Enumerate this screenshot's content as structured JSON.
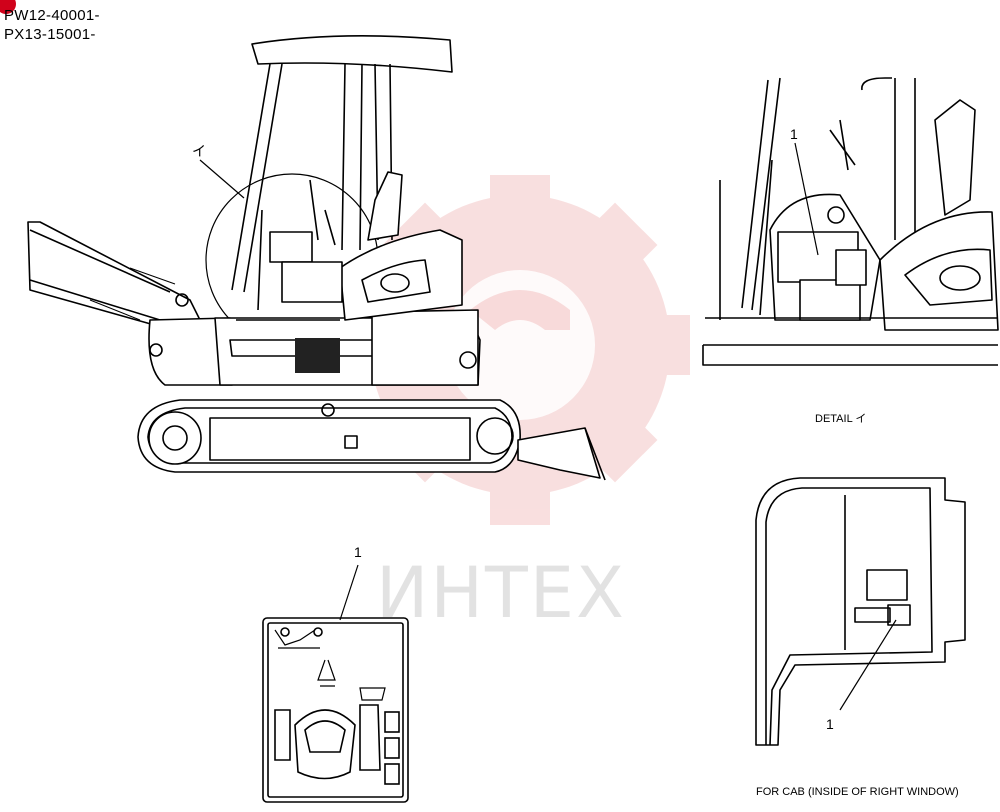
{
  "serials": [
    "PW12-40001-",
    "PX13-15001-"
  ],
  "callouts": {
    "main_detail_ref": "イ",
    "detail_part": "1",
    "decal_part": "1",
    "cab_part": "1"
  },
  "captions": {
    "detail": "DETAIL イ",
    "cab": "FOR CAB (INSIDE OF RIGHT WINDOW)"
  },
  "watermark": "ИНТЕХ",
  "colors": {
    "line": "#000000",
    "watermark_gear": "#f4c8c8",
    "marker": "#d0021b"
  }
}
